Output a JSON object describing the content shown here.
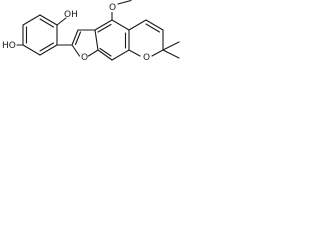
{
  "structure": {
    "atoms": {
      "hydroxyl_left": {
        "symbol": "O",
        "hydrogen": "H",
        "order": "HO"
      },
      "hydroxyl_top": {
        "symbol": "O",
        "hydrogen": "H",
        "order": "OH"
      },
      "methoxy_oxygen": {
        "symbol": "O"
      },
      "furan_oxygen": {
        "symbol": "O"
      },
      "pyran_oxygen": {
        "symbol": "O"
      }
    },
    "labels": {
      "hydroxyl_left": "HO",
      "hydroxyl_top": "OH",
      "methoxy_oxygen": "O",
      "furan_oxygen": "O",
      "pyran_oxygen": "O"
    }
  },
  "colors": {
    "bond": "#1a1a1a",
    "background": "#ffffff"
  }
}
